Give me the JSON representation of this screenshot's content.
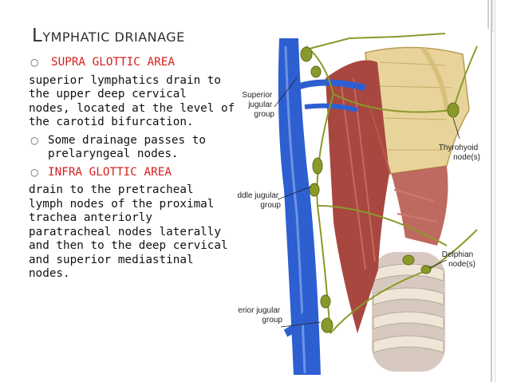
{
  "title": {
    "first_letter": "L",
    "rest": "ymphatic drianage"
  },
  "content": {
    "bullet1": "SUPRA GLOTTIC AREA",
    "para1": [
      "superior lymphatics  drain to",
      "the upper deep cervical",
      "nodes, located at the level of",
      "the carotid bifurcation."
    ],
    "bullet2": [
      "Some drainage passes to",
      "prelaryngeal  nodes."
    ],
    "bullet3": "INFRA GLOTTIC AREA",
    "para2": [
      "drain to the pretracheal",
      "lymph nodes of the proximal",
      "trachea anteriorly",
      "paratracheal nodes laterally",
      "and then to the deep cervical",
      "and superior mediastinal",
      "nodes."
    ]
  },
  "figure": {
    "labels": {
      "superior_jugular": [
        "Superior",
        "jugular",
        "group"
      ],
      "middle_jugular": [
        "Middle jugular",
        "group"
      ],
      "inferior_jugular": [
        "Inferior jugular",
        "group"
      ],
      "thyrohyoid": [
        "Thyrohyoid",
        "node(s)"
      ],
      "delphian": [
        "Delphian",
        "node(s)"
      ]
    }
  },
  "colors": {
    "accent_red": "#d42020",
    "vein_blue": "#2d5fd0",
    "lymph_green": "#8a9a2a",
    "muscle": "#a8473f",
    "cartilage": "#e8d49a"
  }
}
